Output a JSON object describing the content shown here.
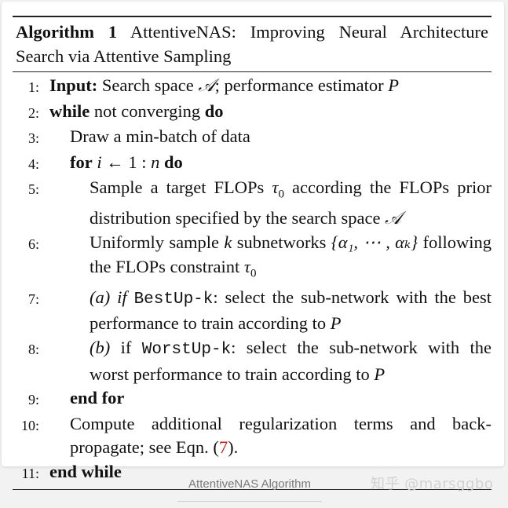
{
  "algorithm": {
    "label": "Algorithm 1",
    "title": "AttentiveNAS: Improving Neural Architecture Search via Attentive Sampling",
    "lines": {
      "l1": {
        "num": "1:",
        "kw": "Input:",
        "text_a": " Search space ",
        "sym_a": "𝒜",
        "text_b": "; performance estimator ",
        "sym_b": "P"
      },
      "l2": {
        "num": "2:",
        "kw_a": "while",
        "text": " not converging ",
        "kw_b": "do"
      },
      "l3": {
        "num": "3:",
        "text": "Draw a min-batch of data"
      },
      "l4": {
        "num": "4:",
        "kw_a": "for",
        "var": "i",
        "arrow": " ← ",
        "range_a": "1",
        "colon": " : ",
        "range_b": "n",
        "kw_b": "do"
      },
      "l5": {
        "num": "5:",
        "text_a": "Sample a target FLOPs ",
        "sym": "τ",
        "sub": "0",
        "text_b": " according the FLOPs prior distribution specified by the search space ",
        "sym_b": "𝒜"
      },
      "l6": {
        "num": "6:",
        "text_a": "Uniformly sample ",
        "var": "k",
        "text_b": " subnetworks ",
        "set": "{α₁, ⋯ , αₖ}",
        "text_c": " following the FLOPs constraint ",
        "sym": "τ",
        "sub": "0"
      },
      "l7": {
        "num": "7:",
        "prefix": "(a) if ",
        "mode": "BestUp-k",
        "text": ": select the sub-network with the best performance to train according to ",
        "sym": "P"
      },
      "l8": {
        "num": "8:",
        "prefix_a": "(b)",
        "prefix_b": " if ",
        "mode": "WorstUp-k",
        "text": ": select the sub-network with the worst performance to train according to ",
        "sym": "P"
      },
      "l9": {
        "num": "9:",
        "kw": "end for"
      },
      "l10": {
        "num": "10:",
        "text_a": "Compute additional regularization terms and back-propagate; see Eqn. (",
        "ref": "7",
        "text_b": ")."
      },
      "l11": {
        "num": "11:",
        "kw": "end while"
      }
    }
  },
  "figure_caption": "AttentiveNAS Algorithm",
  "watermark": "知乎 @marsggbo"
}
